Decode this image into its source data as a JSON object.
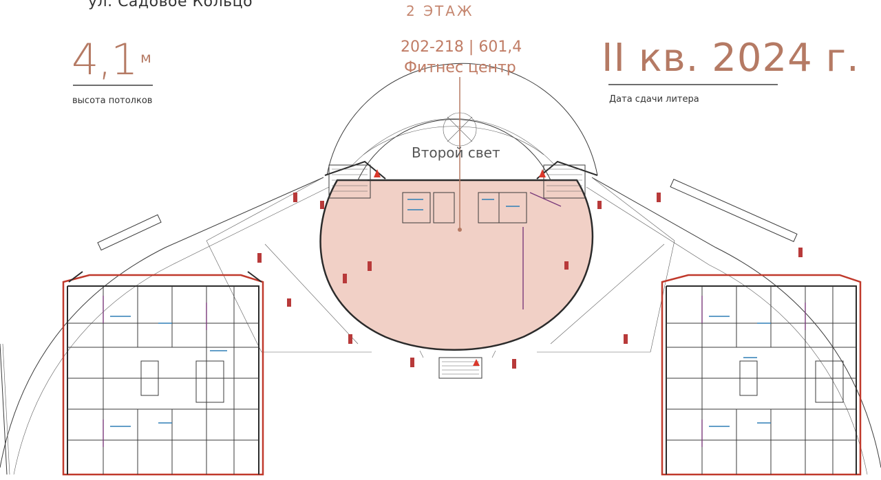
{
  "header": {
    "street": "ул. Садовое Кольцо",
    "floor": "2 ЭТАЖ"
  },
  "ceiling": {
    "value": "4,1",
    "unit": "м",
    "caption": "высота потолков"
  },
  "unit": {
    "range_area": "202-218 | 601,4",
    "name": "Фитнес центр"
  },
  "delivery": {
    "value": "II кв. 2024 г.",
    "caption": "Дата сдачи литера"
  },
  "plan": {
    "atrium_label": "Второй свет",
    "highlight_color": "#f1d0c6",
    "accent_color": "#b57a64"
  }
}
